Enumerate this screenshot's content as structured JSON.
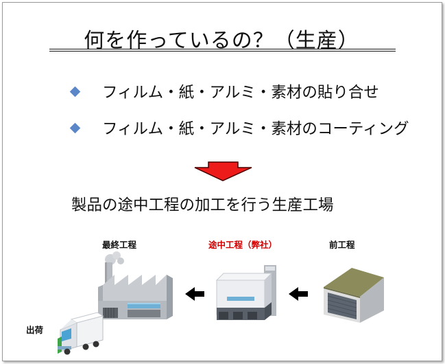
{
  "title": "何を作っているの？（生産）",
  "bullets": [
    "フィルム・紙・アルミ・素材の貼り合せ",
    "フィルム・紙・アルミ・素材のコーティング"
  ],
  "subtitle": "製品の途中工程の加工を行う生産工場",
  "stages": {
    "final": "最終工程",
    "middle": "途中工程（弊社）",
    "front": "前工程",
    "shipping": "出荷"
  },
  "colors": {
    "bullet": "#5b87c9",
    "arrow": "#ee1b1b",
    "highlight": "#d00000"
  },
  "icons": [
    "diamond-bullet-icon",
    "down-arrow-icon",
    "left-arrow-icon",
    "factory-icon",
    "plant-building-icon",
    "warehouse-icon",
    "truck-icon"
  ]
}
